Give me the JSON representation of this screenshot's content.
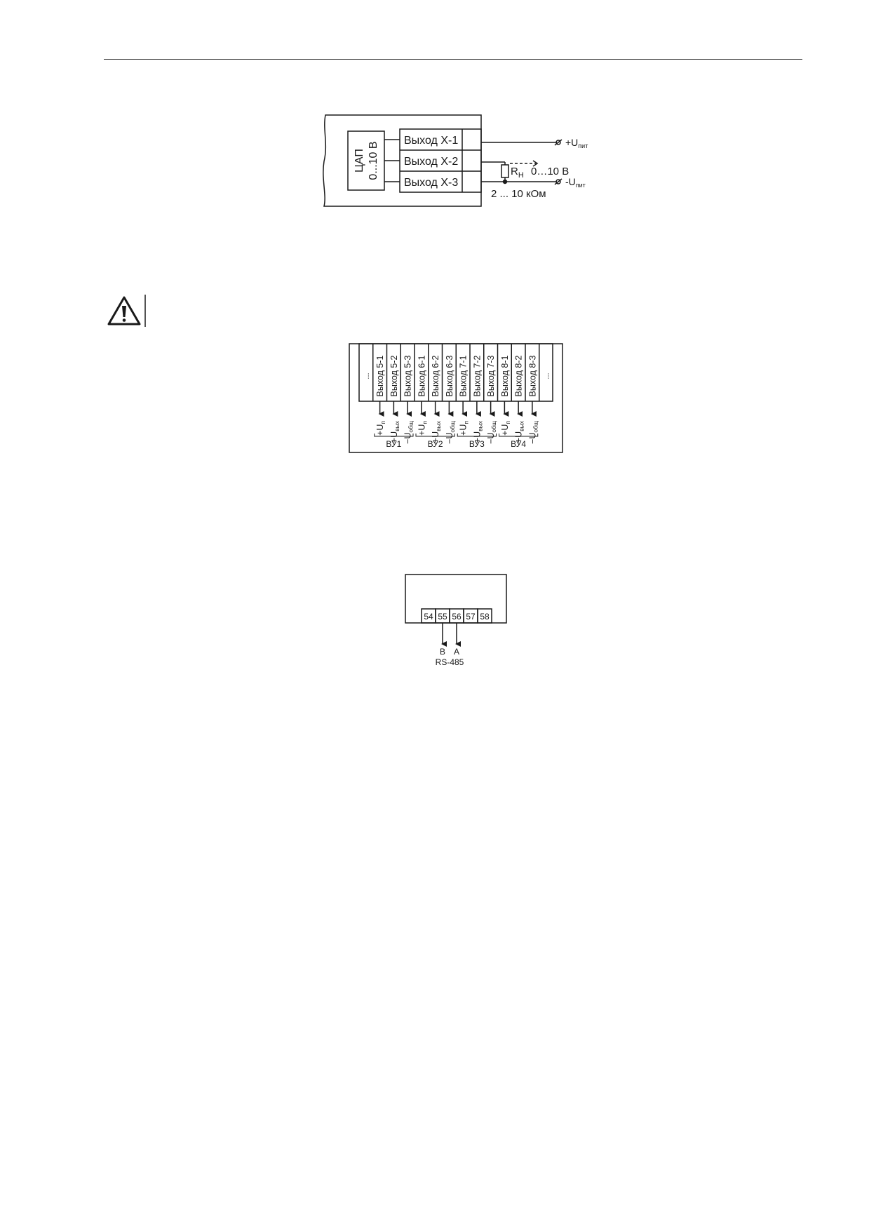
{
  "fig1": {
    "dac_line1": "ЦАП",
    "dac_line2": "0...10 В",
    "outputs": [
      "Выход Х-1",
      "Выход Х-2",
      "Выход Х-3"
    ],
    "plus_supply_main": "+U",
    "plus_supply_sub": "пит",
    "minus_supply_main": "-U",
    "minus_supply_sub": "пит",
    "resistor_main": "R",
    "resistor_sub": "Н",
    "voltage_range": "0…10 В",
    "resistance_range": "2 ... 10 кОм"
  },
  "fig2": {
    "ellipsis": "...",
    "terminals": [
      "Выход 5-1",
      "Выход 5-2",
      "Выход 5-3",
      "Выход 6-1",
      "Выход 6-2",
      "Выход 6-3",
      "Выход 7-1",
      "Выход 7-2",
      "Выход 7-3",
      "Выход 8-1",
      "Выход 8-2",
      "Выход 8-3"
    ],
    "signals": [
      {
        "main": "+U",
        "sub": "п"
      },
      {
        "main": "+U",
        "sub": "вых"
      },
      {
        "main": "−U",
        "sub": "общ"
      }
    ],
    "groups": [
      "ВУ1",
      "ВУ2",
      "ВУ3",
      "ВУ4"
    ]
  },
  "fig3": {
    "terminals": [
      "54",
      "55",
      "56",
      "57",
      "58"
    ],
    "line_b": "B",
    "line_a": "A",
    "bus": "RS-485"
  },
  "icons": {
    "warning": "warning-triangle-icon"
  }
}
